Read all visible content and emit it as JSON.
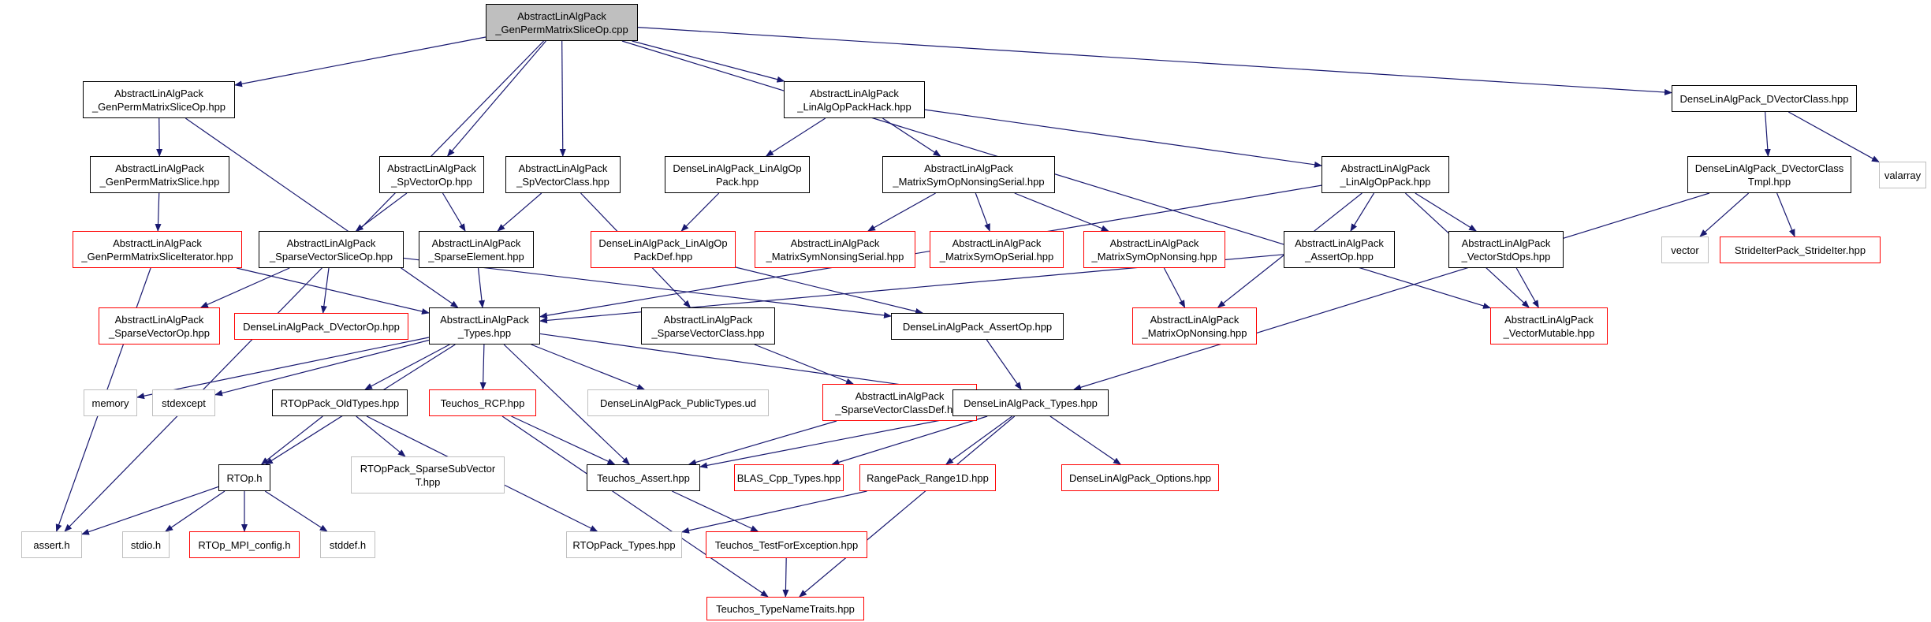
{
  "colors": {
    "edge": "#191970",
    "black_border": "#000000",
    "red_border": "#ff0000",
    "gray_border": "#bfbfbf",
    "root_fill": "#bfbfbf"
  },
  "nodes": {
    "root": "AbstractLinAlgPack\n_GenPermMatrixSliceOp.cpp",
    "genpermsliceop_hpp": "AbstractLinAlgPack\n_GenPermMatrixSliceOp.hpp",
    "genpermslice_hpp": "AbstractLinAlgPack\n_GenPermMatrixSlice.hpp",
    "genpermsliceiter_hpp": "AbstractLinAlgPack\n_GenPermMatrixSliceIterator.hpp",
    "spvectorop_hpp": "AbstractLinAlgPack\n_SpVectorOp.hpp",
    "spvectorclass_hpp": "AbstractLinAlgPack\n_SpVectorClass.hpp",
    "sparsevectorsliceop_hpp": "AbstractLinAlgPack\n_SparseVectorSliceOp.hpp",
    "sparseelement_hpp": "AbstractLinAlgPack\n_SparseElement.hpp",
    "sparsevectorop_hpp": "AbstractLinAlgPack\n_SparseVectorOp.hpp",
    "dense_dvectorop_hpp": "DenseLinAlgPack_DVectorOp.hpp",
    "types_hpp": "AbstractLinAlgPack\n_Types.hpp",
    "sparsevectorclass_hpp": "AbstractLinAlgPack\n_SparseVectorClass.hpp",
    "sparsevectorclassdef_hpp": "AbstractLinAlgPack\n_SparseVectorClassDef.hpp",
    "linalgoppackhack_hpp": "AbstractLinAlgPack\n_LinAlgOpPackHack.hpp",
    "dense_linalgoppack_hpp": "DenseLinAlgPack_LinAlgOp\nPack.hpp",
    "dense_linalgoppackdef_hpp": "DenseLinAlgPack_LinAlgOp\nPackDef.hpp",
    "matrixsymopnonsingserial_hpp": "AbstractLinAlgPack\n_MatrixSymOpNonsingSerial.hpp",
    "matrixsymnonsingserial_hpp": "AbstractLinAlgPack\n_MatrixSymNonsingSerial.hpp",
    "matrixsymopserial_hpp": "AbstractLinAlgPack\n_MatrixSymOpSerial.hpp",
    "matrixsymopnonsing_hpp": "AbstractLinAlgPack\n_MatrixSymOpNonsing.hpp",
    "matrixopnonsing_hpp": "AbstractLinAlgPack\n_MatrixOpNonsing.hpp",
    "linalgoppack_hpp": "AbstractLinAlgPack\n_LinAlgOpPack.hpp",
    "assertop_hpp": "AbstractLinAlgPack\n_AssertOp.hpp",
    "vectorstdops_hpp": "AbstractLinAlgPack\n_VectorStdOps.hpp",
    "vectormutable_hpp": "AbstractLinAlgPack\n_VectorMutable.hpp",
    "dense_assertop_hpp": "DenseLinAlgPack_AssertOp.hpp",
    "dense_dvectorclass_hpp": "DenseLinAlgPack_DVectorClass.hpp",
    "dense_dvectorclasstmpl_hpp": "DenseLinAlgPack_DVectorClass\nTmpl.hpp",
    "valarray": "valarray",
    "vector": "vector",
    "strideiterpack_hpp": "StrideIterPack_StrideIter.hpp",
    "memory": "memory",
    "stdexcept": "stdexcept",
    "rtoppack_oldtypes_hpp": "RTOpPack_OldTypes.hpp",
    "teuchos_rcp_hpp": "Teuchos_RCP.hpp",
    "dense_publictypes_ud": "DenseLinAlgPack_PublicTypes.ud",
    "dense_types_hpp": "DenseLinAlgPack_Types.hpp",
    "rtop_h": "RTOp.h",
    "rtoppack_sparsesubvector_hpp": "RTOpPack_SparseSubVector\nT.hpp",
    "teuchos_assert_hpp": "Teuchos_Assert.hpp",
    "blas_cpp_types_hpp": "BLAS_Cpp_Types.hpp",
    "rangepack_range1d_hpp": "RangePack_Range1D.hpp",
    "dense_options_hpp": "DenseLinAlgPack_Options.hpp",
    "assert_h": "assert.h",
    "stdio_h": "stdio.h",
    "rtop_mpi_config_h": "RTOp_MPI_config.h",
    "stddef_h": "stddef.h",
    "rtoppack_types_hpp": "RTOpPack_Types.hpp",
    "teuchos_testforexception_hpp": "Teuchos_TestForException.hpp",
    "teuchos_typenametraits_hpp": "Teuchos_TypeNameTraits.hpp"
  }
}
